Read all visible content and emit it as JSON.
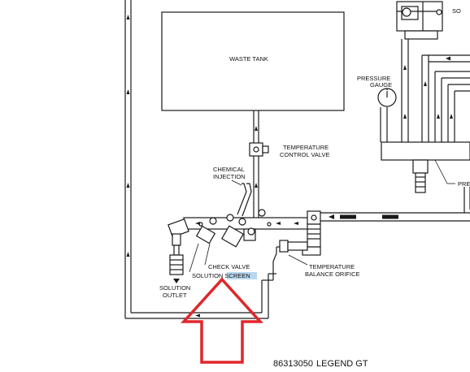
{
  "labels": {
    "waste_tank": "WASTE TANK",
    "pressure_gauge_line1": "PRESSURE",
    "pressure_gauge_line2": "GAUGE",
    "temp_control_line1": "TEMPERATURE",
    "temp_control_line2": "CONTROL VALVE",
    "chemical_line1": "CHEMICAL",
    "chemical_line2": "INJECTION",
    "check_valve": "CHECK VALVE",
    "solution_screen": "SOLUTION SCREEN",
    "solution_outlet_line1": "SOLUTION",
    "solution_outlet_line2": "OUTLET",
    "temp_balance_line1": "TEMPERATURE",
    "temp_balance_line2": "BALANCE ORIFICE",
    "pre_partial": "PRE",
    "so_partial": "SO"
  },
  "footer": {
    "doc_number": "86313050",
    "legend": "LEGEND GT"
  },
  "colors": {
    "annotation_arrow": "#e0262b",
    "highlight": "#b8d8f0",
    "line": "#1a1a1a"
  }
}
